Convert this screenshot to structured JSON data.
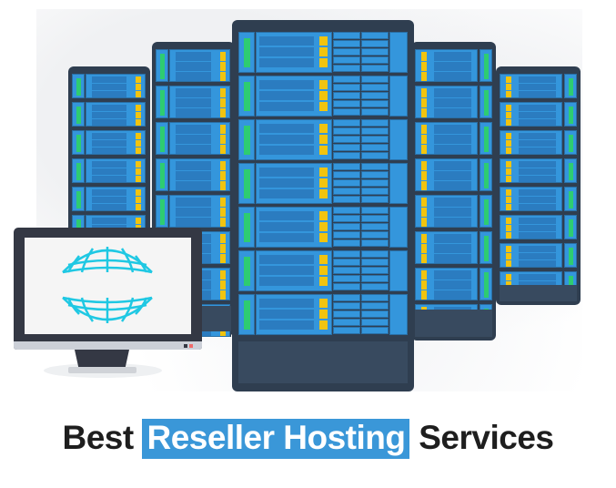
{
  "title": {
    "prefix": "Best",
    "highlight": "Reseller Hosting",
    "suffix": "Services"
  },
  "colors": {
    "rack": "#2f3e50",
    "panel": "#3496dc",
    "led_green": "#2ecc71",
    "led_yellow": "#f1c40f",
    "highlight": "#3a97d8",
    "globe": "#1fc8e3"
  }
}
